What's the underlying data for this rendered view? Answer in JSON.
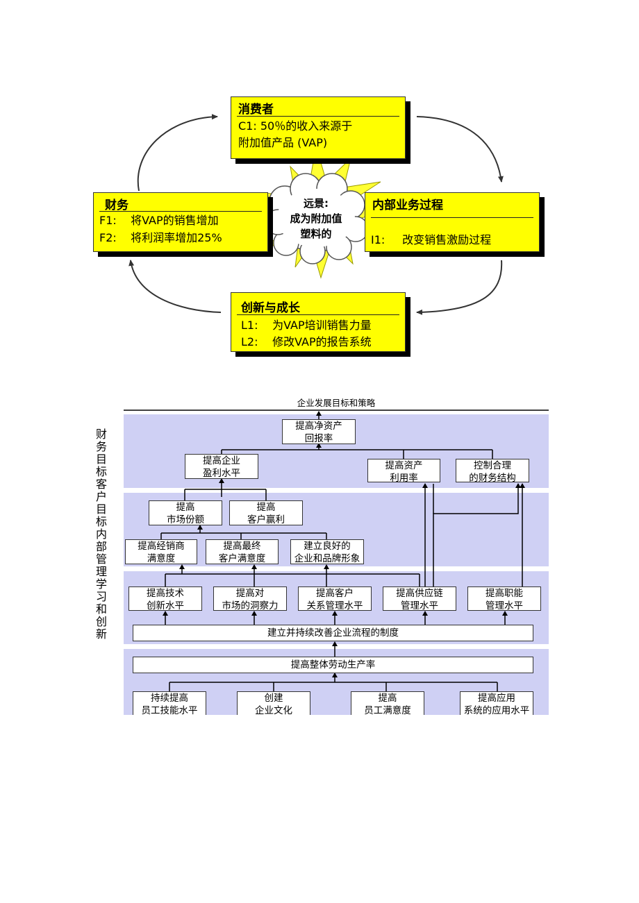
{
  "scorecard": {
    "customer": {
      "title": "消费者",
      "lines": [
        {
          "code": "C1:",
          "text": "50％的收入来源于"
        },
        {
          "code": "",
          "text": "附加值产品 (VAP)"
        }
      ]
    },
    "finance": {
      "title": "财务",
      "lines": [
        {
          "code": "F1:",
          "text": "将VAP的销售增加"
        },
        {
          "code": "F2:",
          "text": "将利润率增加25%"
        }
      ]
    },
    "internal": {
      "title": "内部业务过程",
      "lines": [
        {
          "code": "I1:",
          "text": "改变销售激励过程"
        }
      ]
    },
    "learning": {
      "title": "创新与成长",
      "lines": [
        {
          "code": "L1:",
          "text": "为VAP培训销售力量"
        },
        {
          "code": "L2:",
          "text": "修改VAP的报告系统"
        }
      ]
    },
    "vision": {
      "lines": [
        "远景:",
        "成为附加值",
        "塑料的"
      ]
    },
    "colors": {
      "box": "#ffff00",
      "star": "#ffff33",
      "cloud": "#ffffff"
    }
  },
  "strategy_map": {
    "title": "企业发展目标和策略",
    "side_label": "财务目标 客户目标 内部管理 学习和创新",
    "nodes": {
      "roe": [
        "提高净资产",
        "回报率"
      ],
      "profit": [
        "提高企业",
        "盈利水平"
      ],
      "asset_use": [
        "提高资产",
        "利用率"
      ],
      "fin_structure": [
        "控制合理",
        "的财务结构"
      ],
      "market_share": [
        "提高",
        "市场份额"
      ],
      "client_profit": [
        "提高",
        "客户赢利"
      ],
      "dealer_sat": [
        "提高经销商",
        "满意度"
      ],
      "end_sat": [
        "提高最终",
        "客户满意度"
      ],
      "brand": [
        "建立良好的",
        "企业和品牌形象"
      ],
      "tech": [
        "提高技术",
        "创新水平"
      ],
      "insight": [
        "提高对",
        "市场的洞察力"
      ],
      "crm": [
        "提高客户",
        "关系管理水平"
      ],
      "supply": [
        "提高供应链",
        "管理水平"
      ],
      "function": [
        "提高职能",
        "管理水平"
      ],
      "process": "建立并持续改善企业流程的制度",
      "productivity": "提高整体劳动生产率",
      "skills": [
        "持续提高",
        "员工技能水平"
      ],
      "culture": [
        "创建",
        "企业文化"
      ],
      "emp_sat": [
        "提高",
        "员工满意度"
      ],
      "systems": [
        "提高应用",
        "系统的应用水平"
      ]
    },
    "colors": {
      "band": "#cfd0f4",
      "node": "#ffffff"
    }
  }
}
